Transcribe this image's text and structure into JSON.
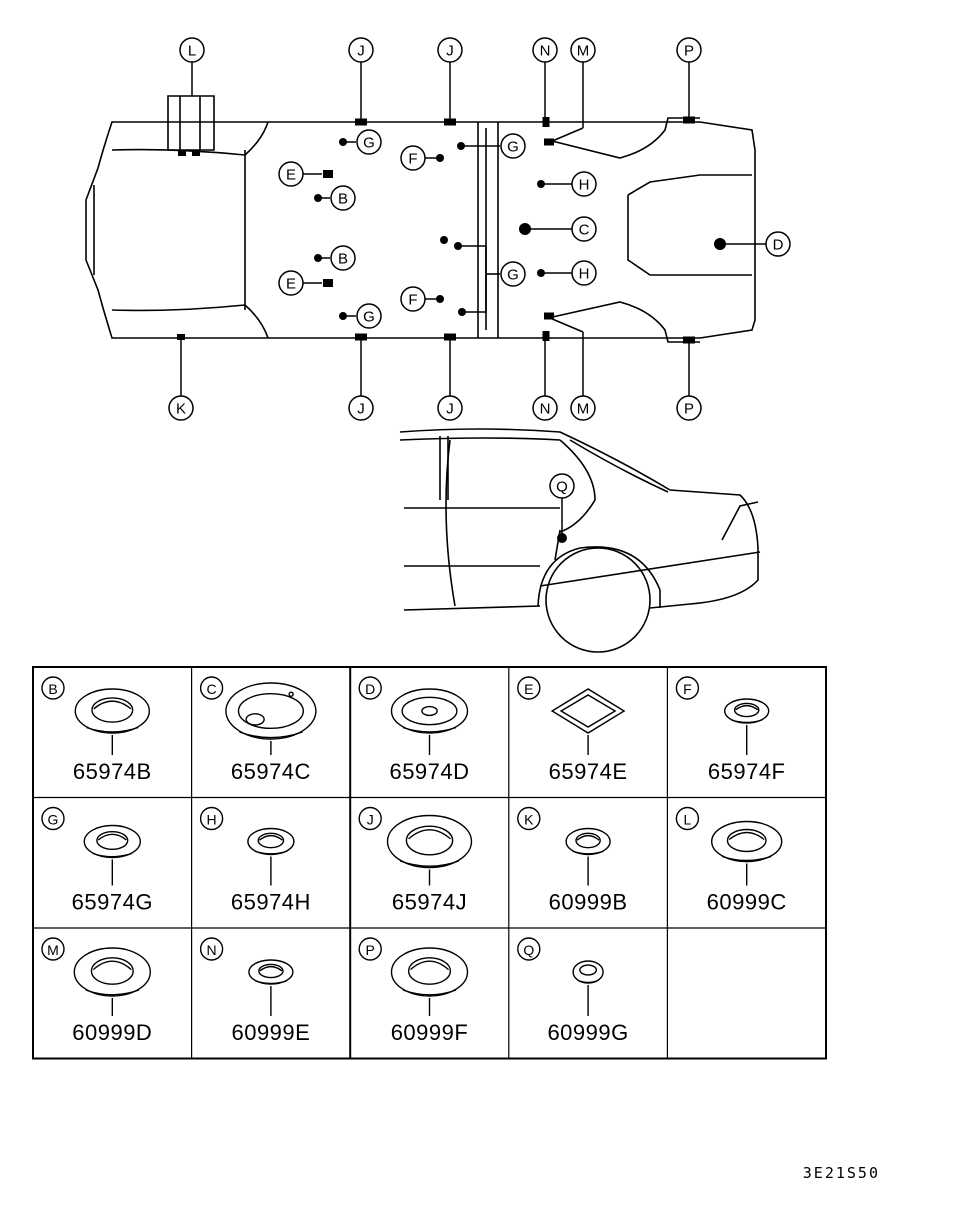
{
  "callouts": {
    "L": "L",
    "J1": "J",
    "J2": "J",
    "N_top": "N",
    "M_top": "M",
    "P_top": "P",
    "G1": "G",
    "G2": "G",
    "G3": "G",
    "G4": "G",
    "E1": "E",
    "E2": "E",
    "B1": "B",
    "B2": "B",
    "F1": "F",
    "F2": "F",
    "H1": "H",
    "H2": "H",
    "C": "C",
    "D": "D",
    "K": "K",
    "J3": "J",
    "J4": "J",
    "N_bot": "N",
    "M_bot": "M",
    "P_bot": "P",
    "Q": "Q"
  },
  "parts": [
    {
      "letter": "B",
      "number": "65974B"
    },
    {
      "letter": "C",
      "number": "65974C"
    },
    {
      "letter": "D",
      "number": "65974D"
    },
    {
      "letter": "E",
      "number": "65974E"
    },
    {
      "letter": "F",
      "number": "65974F"
    },
    {
      "letter": "G",
      "number": "65974G"
    },
    {
      "letter": "H",
      "number": "65974H"
    },
    {
      "letter": "J",
      "number": "65974J"
    },
    {
      "letter": "K",
      "number": "60999B"
    },
    {
      "letter": "L",
      "number": "60999C"
    },
    {
      "letter": "M",
      "number": "60999D"
    },
    {
      "letter": "N",
      "number": "60999E"
    },
    {
      "letter": "P",
      "number": "60999F"
    },
    {
      "letter": "Q",
      "number": "60999G"
    }
  ],
  "diagram_code": "3E21S50"
}
